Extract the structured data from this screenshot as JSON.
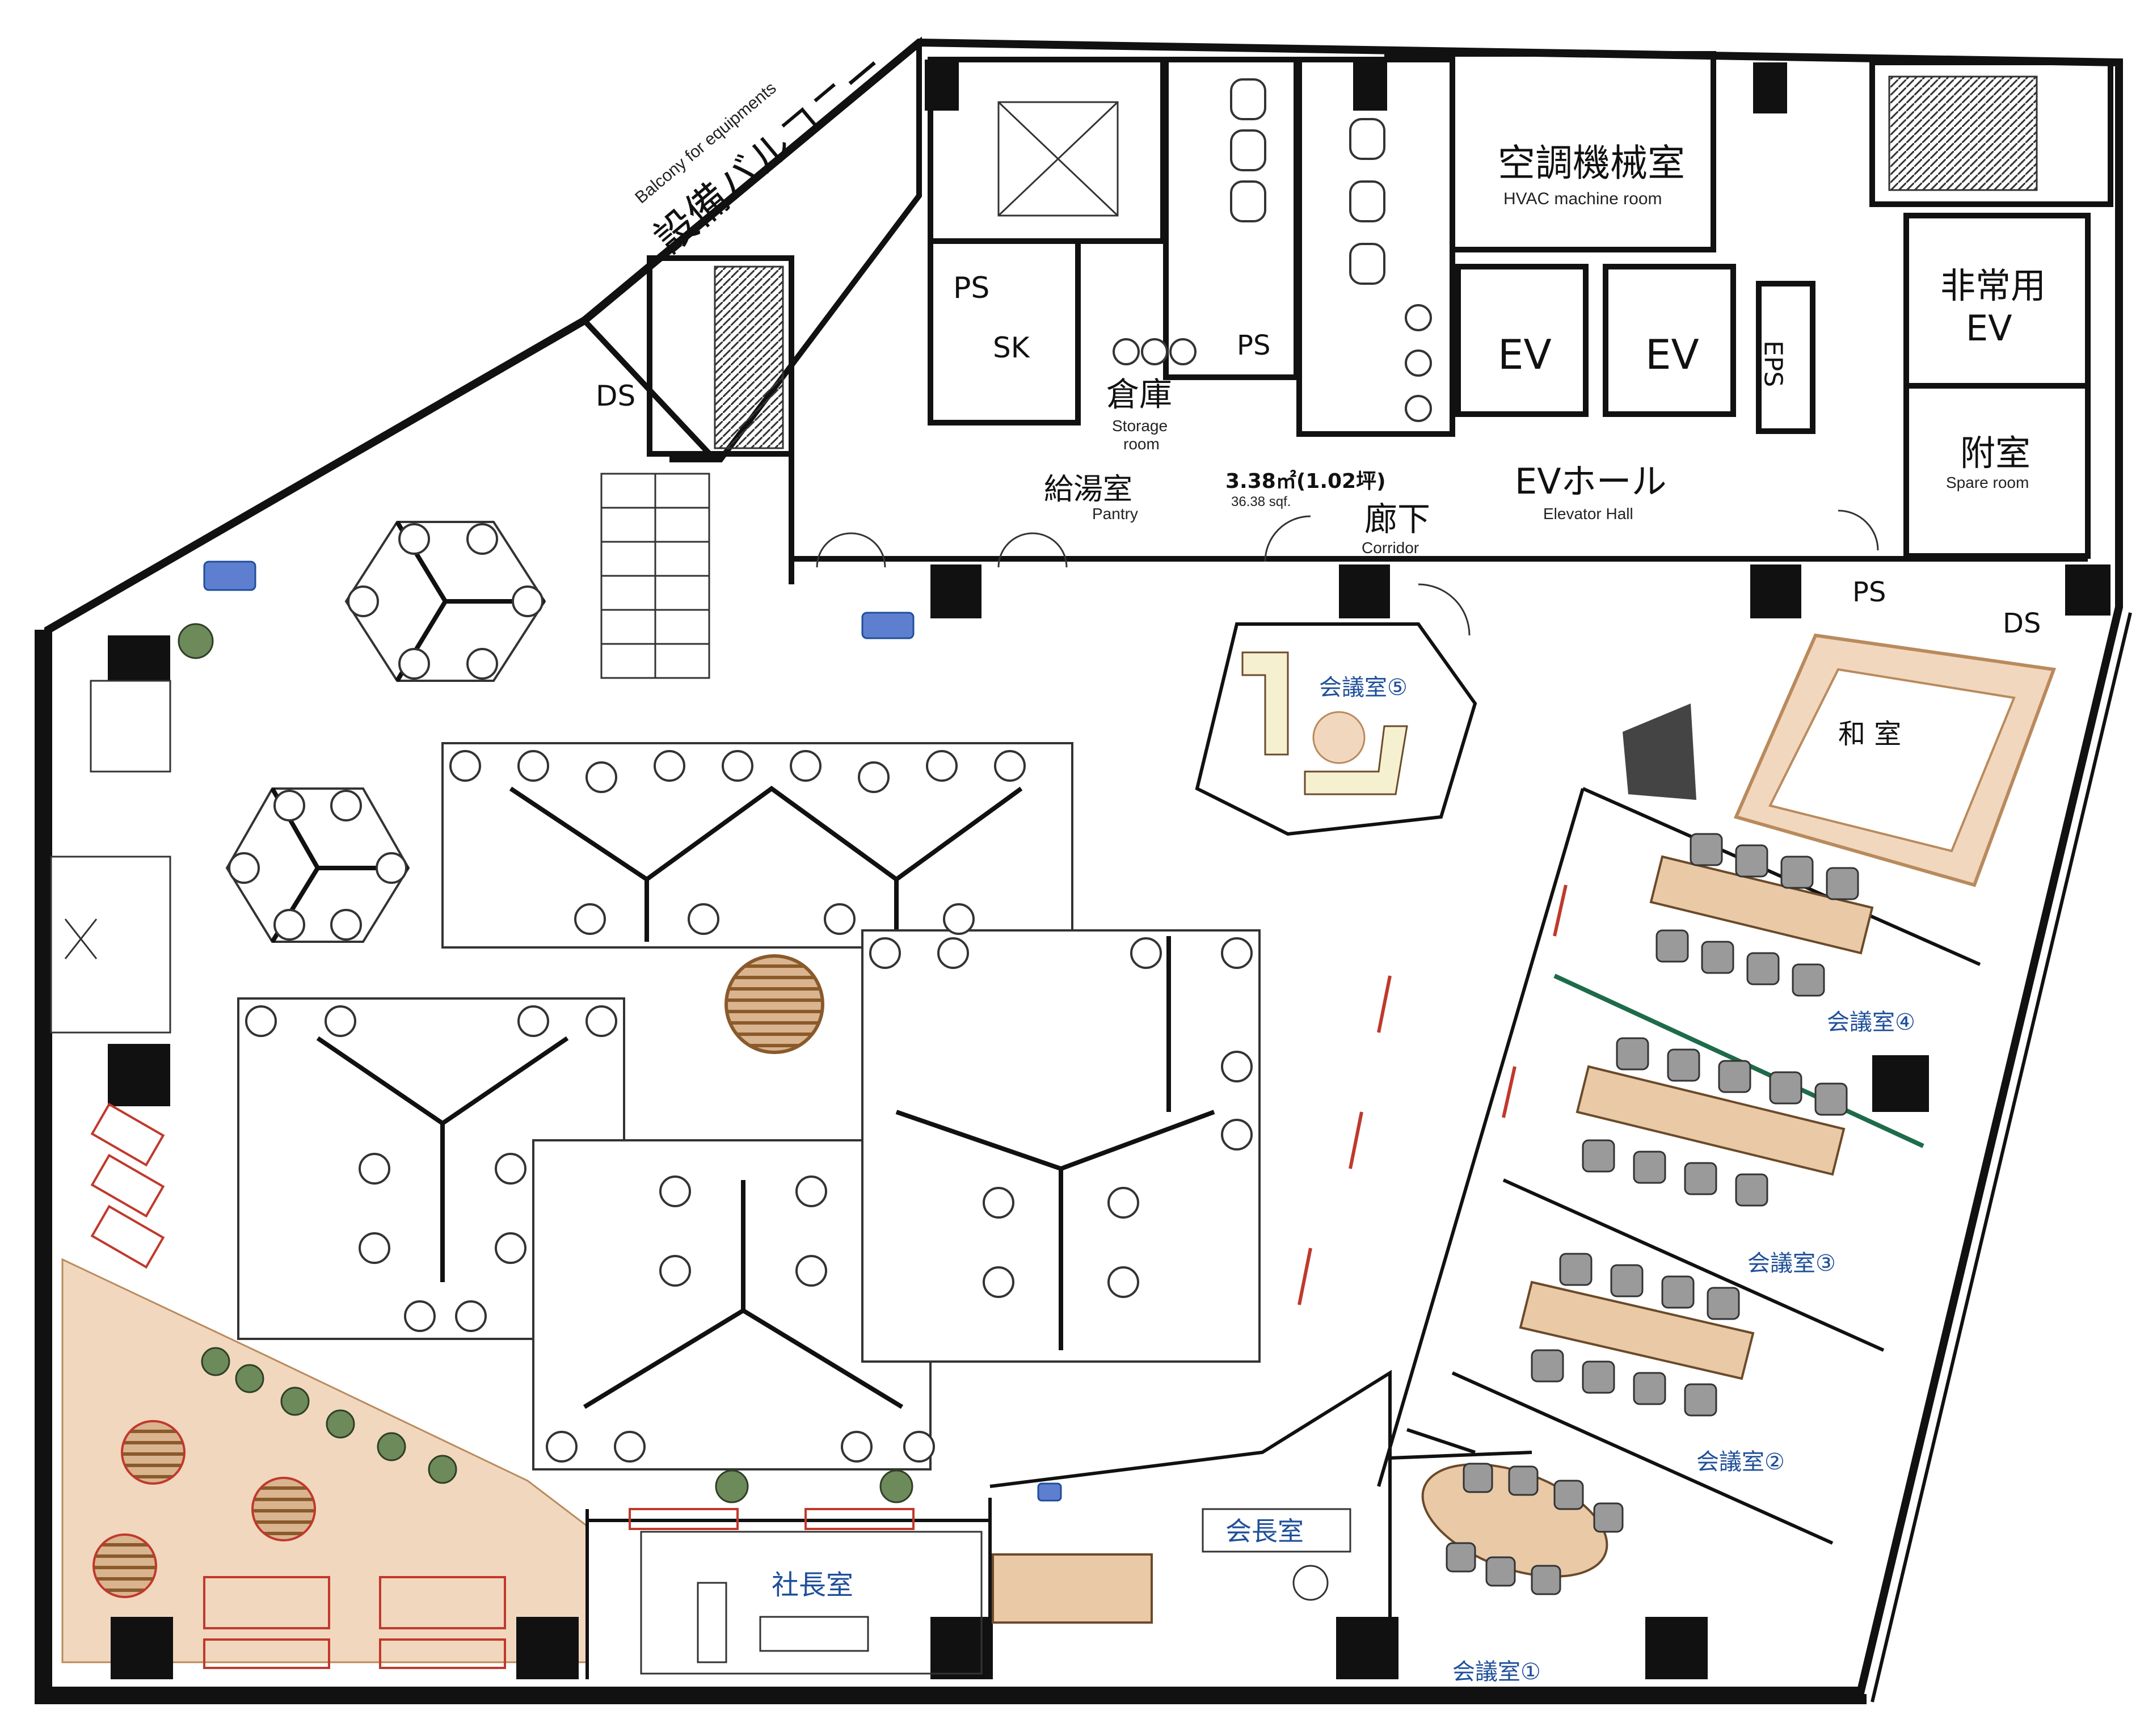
{
  "colors": {
    "wall": "#111111",
    "floor_wood": "#f2d7bf",
    "table_wood": "#e9c9a6",
    "meeting_label": "#1f4f9a",
    "accent_red": "#c0392b",
    "green_wall": "#1e6b4a"
  },
  "rooms": {
    "balcony_ja": "設備バルコニー",
    "balcony_en": "Balcony for equipments",
    "hvac_ja": "空調機械室",
    "hvac_en": "HVAC machine room",
    "ps1": "PS",
    "sk": "SK",
    "ps2": "PS",
    "ds1": "DS",
    "storage_ja": "倉庫",
    "storage_en1": "Storage",
    "storage_en2": "room",
    "pantry_ja": "給湯室",
    "pantry_en": "Pantry",
    "area_main": "3.38㎡(1.02坪)",
    "area_sub": "36.38 sqf.",
    "corridor_ja": "廊下",
    "corridor_en": "Corridor",
    "ev_hall_ja": "EVホール",
    "ev_hall_en": "Elevator Hall",
    "ev1": "EV",
    "ev2": "EV",
    "eps": "EPS",
    "emergency_ev_line1": "非常用",
    "emergency_ev_line2": "EV",
    "spare_ja": "附室",
    "spare_en": "Spare room",
    "ps3": "PS",
    "ds2": "DS",
    "washitsu": "和 室",
    "mtg5": "会議室⑤",
    "mtg4": "会議室④",
    "mtg3": "会議室③",
    "mtg2": "会議室②",
    "mtg1": "会議室①",
    "president": "社長室",
    "chairman": "会長室"
  }
}
